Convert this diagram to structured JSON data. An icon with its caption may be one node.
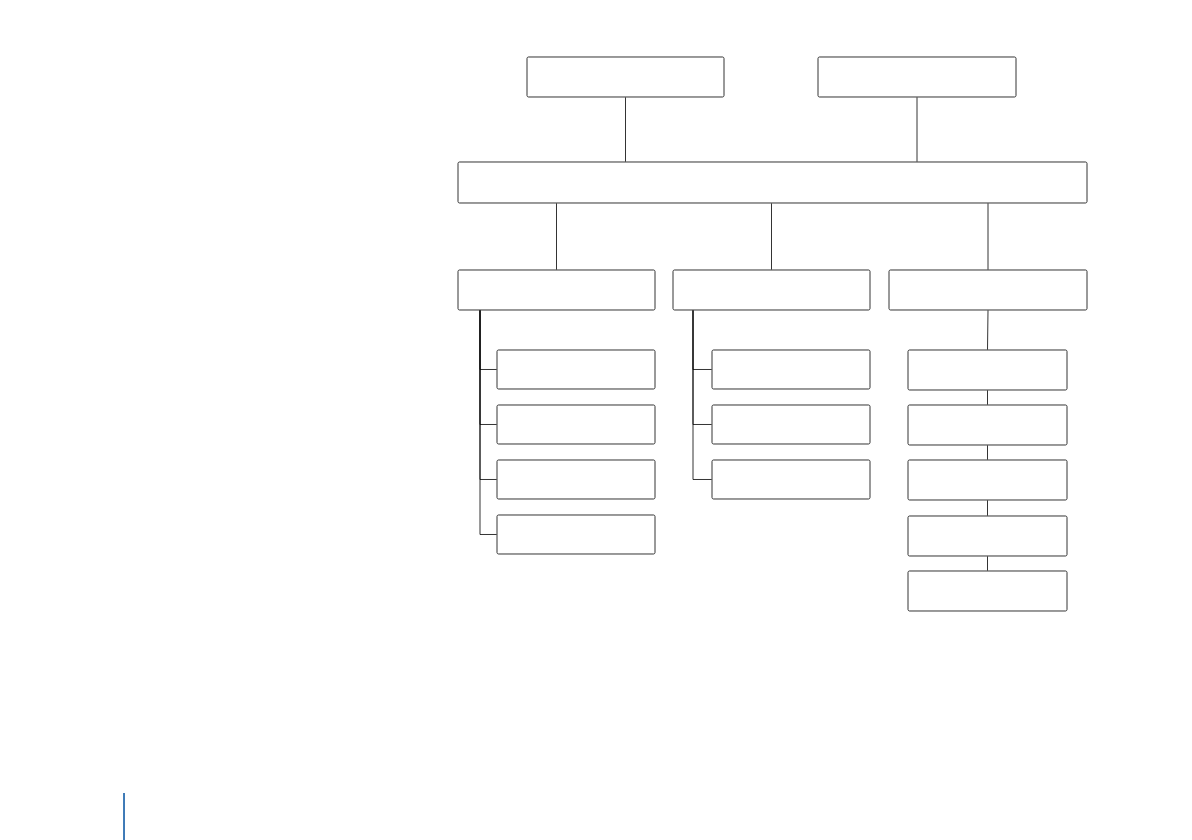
{
  "diagram": {
    "nodes": [
      {
        "text": [],
        "shape": "box"
      },
      {
        "text": [],
        "shape": "box"
      },
      {
        "text": [],
        "shape": "box"
      },
      {
        "text": [],
        "shape": "box"
      },
      {
        "text": [],
        "shape": "box"
      },
      {
        "text": [],
        "shape": "box"
      },
      {
        "text": [],
        "shape": "box"
      },
      {
        "text": [],
        "shape": "box"
      },
      {
        "text": [],
        "shape": "box"
      },
      {
        "text": [],
        "shape": "box"
      },
      {
        "text": [],
        "shape": "box"
      },
      {
        "text": [],
        "shape": "box"
      },
      {
        "text": [],
        "shape": "box"
      },
      {
        "text": [],
        "shape": "box"
      },
      {
        "text": [],
        "shape": "box"
      },
      {
        "text": [],
        "shape": "box"
      },
      {
        "text": [],
        "shape": "box"
      },
      {
        "text": [],
        "shape": "box"
      }
    ],
    "edges": [
      {
        "from": 0,
        "to": 2,
        "arrow": "none"
      },
      {
        "from": 1,
        "to": 2,
        "arrow": "none"
      },
      {
        "from": 2,
        "to": 3,
        "arrow": "none"
      },
      {
        "from": 2,
        "to": 4,
        "arrow": "none"
      },
      {
        "from": 2,
        "to": 5,
        "arrow": "none"
      },
      {
        "from": 3,
        "to": 6,
        "arrow": "none"
      },
      {
        "from": 3,
        "to": 7,
        "arrow": "none"
      },
      {
        "from": 3,
        "to": 8,
        "arrow": "none"
      },
      {
        "from": 3,
        "to": 9,
        "arrow": "none"
      },
      {
        "from": 4,
        "to": 10,
        "arrow": "none"
      },
      {
        "from": 4,
        "to": 11,
        "arrow": "none"
      },
      {
        "from": 4,
        "to": 12,
        "arrow": "none"
      },
      {
        "from": 5,
        "to": 13,
        "arrow": "none"
      },
      {
        "from": 13,
        "to": 14,
        "arrow": "none"
      },
      {
        "from": 14,
        "to": 15,
        "arrow": "none"
      },
      {
        "from": 15,
        "to": 16,
        "arrow": "none"
      },
      {
        "from": 16,
        "to": 17,
        "arrow": "none"
      }
    ]
  }
}
